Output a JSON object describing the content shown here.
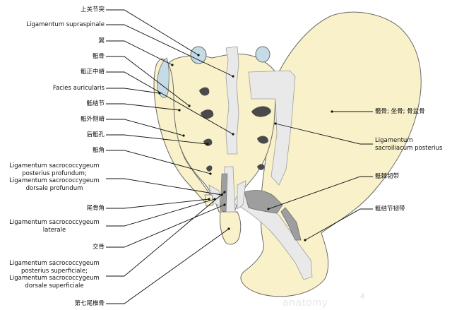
{
  "labels": {
    "l1": "上关节突",
    "l2": "Ligamentum supraspinale",
    "l3": "翼",
    "l4": "骶骨",
    "l5": "骶正中嵴",
    "l6": "Facies auricularis",
    "l7": "骶结节",
    "l8": "骶外侧嵴",
    "l9": "后骶孔",
    "l10": "骶角",
    "l11": "Ligamentum sacrococcygeum posterius profundum; Ligamentum sacrococcygeum dorsale profundum",
    "l12": "尾骨角",
    "l13": "Ligamentum sacrococcygeum laterale",
    "l14": "交骨",
    "l15": "Ligamentum sacrococcygeum posterius superficiale; Ligamentum sacrococcygeum dorsale superficiale",
    "l16": "第七尾椎骨",
    "r1": "髋骨; 坐骨; 骨盆骨",
    "r2": "Ligamentum sacroiliacum posterius",
    "r3": "骶棘韧带",
    "r4": "骶结节韧带"
  },
  "watermark": "anatomy",
  "page_number": "4",
  "colors": {
    "bone": "#f8f1c9",
    "bone_stroke": "#6b6b6b",
    "ligament": "#e9e9e9",
    "ligament_dark": "#9e9e9e",
    "cartilage": "#c5dbe6",
    "foramen": "#4a4a4a",
    "leader": "#111111"
  }
}
